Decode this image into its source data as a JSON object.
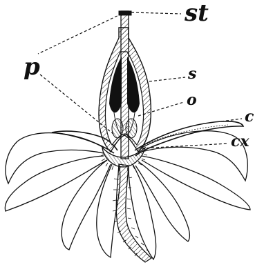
{
  "figure": {
    "labels": {
      "st": "st",
      "p": "p",
      "s": "s",
      "o": "o",
      "c": "c",
      "cx": "cx"
    },
    "colors": {
      "ink": "#111111",
      "paper": "#ffffff"
    }
  }
}
